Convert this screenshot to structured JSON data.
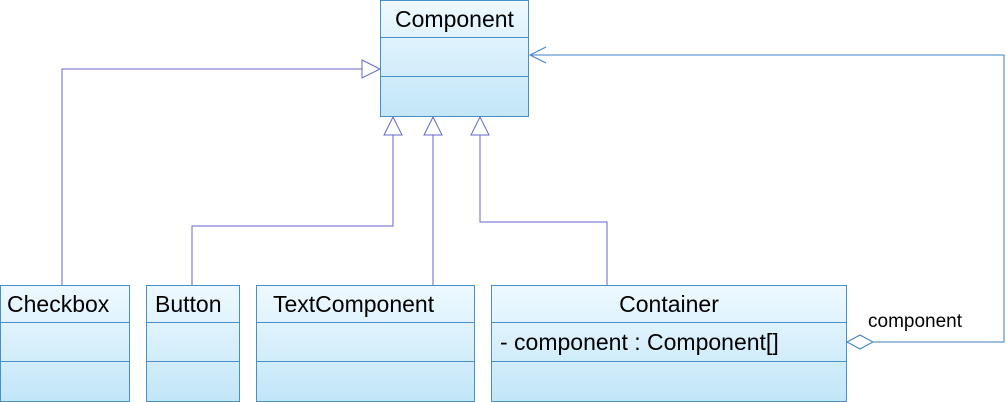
{
  "diagram": {
    "classes": {
      "component": {
        "name": "Component",
        "attributes": []
      },
      "checkbox": {
        "name": "Checkbox",
        "attributes": []
      },
      "button": {
        "name": "Button",
        "attributes": []
      },
      "text_component": {
        "name": "TextComponent",
        "attributes": []
      },
      "container": {
        "name": "Container",
        "attributes": [
          {
            "text": "-  component  : Component[]"
          }
        ]
      }
    },
    "relationships": [
      {
        "type": "generalization",
        "from": "Checkbox",
        "to": "Component"
      },
      {
        "type": "generalization",
        "from": "Button",
        "to": "Component"
      },
      {
        "type": "generalization",
        "from": "TextComponent",
        "to": "Component"
      },
      {
        "type": "generalization",
        "from": "Container",
        "to": "Component"
      },
      {
        "type": "aggregation",
        "from": "Container",
        "to": "Component",
        "role": "component"
      }
    ],
    "edge_labels": {
      "aggregation_role": "component"
    },
    "colors": {
      "class_border": "#4a90c8",
      "class_fill_top": "#eef9ff",
      "class_fill_bottom": "#c2e6f8",
      "edge": "#6666cc",
      "aggregation_edge": "#3b82c4"
    }
  }
}
